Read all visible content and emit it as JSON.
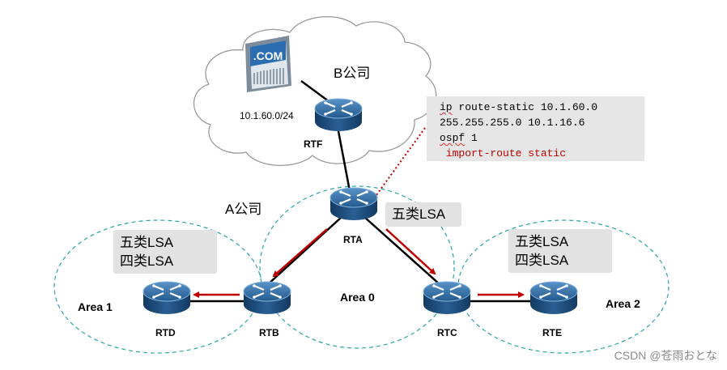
{
  "company_b": "B公司",
  "company_a": "A公司",
  "server_label": ".COM",
  "subnet": "10.1.60.0/24",
  "routers": {
    "rtf": "RTF",
    "rta": "RTA",
    "rtb": "RTB",
    "rtc": "RTC",
    "rtd": "RTD",
    "rte": "RTE"
  },
  "areas": {
    "area1": "Area 1",
    "area0": "Area 0",
    "area2": "Area 2"
  },
  "lsa_boxes": {
    "area0": [
      "五类LSA"
    ],
    "area1": [
      "五类LSA",
      "四类LSA"
    ],
    "area2": [
      "五类LSA",
      "四类LSA"
    ]
  },
  "config": {
    "line1": "ip route-static 10.1.60.0",
    "line2": "255.255.255.0 10.1.16.6",
    "line3": "ospf 1",
    "line4": " import-route static"
  },
  "watermark": "CSDN @苍雨おとな",
  "colors": {
    "link": "#000000",
    "arrow": "#c00000",
    "area_border": "#2aa6a6",
    "router_top": "#2e6ea6",
    "router_side": "#1b4a78",
    "config_highlight": "#c00000"
  }
}
